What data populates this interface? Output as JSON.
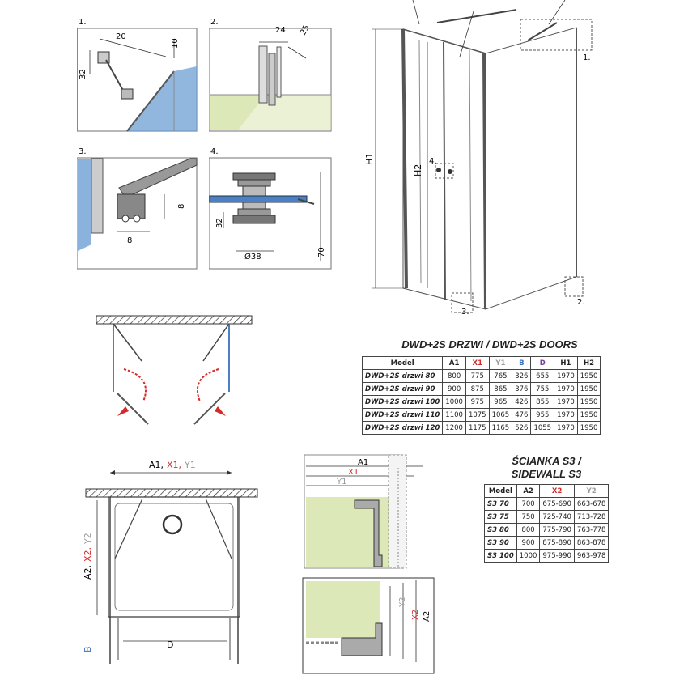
{
  "details": [
    {
      "number": "1.",
      "dims": [
        "20",
        "10",
        "32"
      ]
    },
    {
      "number": "2.",
      "dims": [
        "24",
        "25"
      ]
    },
    {
      "number": "3.",
      "dims": [
        "8",
        "8"
      ]
    },
    {
      "number": "4.",
      "dims": [
        "32",
        "Ø38",
        "70"
      ]
    }
  ],
  "main_view": {
    "h1": "H1",
    "h2": "H2",
    "callouts": [
      "4.",
      "1.",
      "2.",
      "3."
    ]
  },
  "plan_labels": {
    "a1": "A1,",
    "x1": "X1,",
    "y1": "Y1",
    "a2": "A2,",
    "x2": "X2,",
    "y2": "Y2",
    "b": "B",
    "d": "D"
  },
  "profile_labels": {
    "a1": "A1",
    "x1": "X1",
    "y1": "Y1",
    "a2": "A2",
    "x2": "X2",
    "y2": "Y2"
  },
  "doors_table": {
    "title": "DWD+2S DRZWI / DWD+2S DOORS",
    "headers": [
      "Model",
      "A1",
      "X1",
      "Y1",
      "B",
      "D",
      "H1",
      "H2"
    ],
    "rows": [
      [
        "DWD+2S drzwi 80",
        "800",
        "775",
        "765",
        "326",
        "655",
        "1970",
        "1950"
      ],
      [
        "DWD+2S drzwi 90",
        "900",
        "875",
        "865",
        "376",
        "755",
        "1970",
        "1950"
      ],
      [
        "DWD+2S drzwi 100",
        "1000",
        "975",
        "965",
        "426",
        "855",
        "1970",
        "1950"
      ],
      [
        "DWD+2S drzwi 110",
        "1100",
        "1075",
        "1065",
        "476",
        "955",
        "1970",
        "1950"
      ],
      [
        "DWD+2S drzwi 120",
        "1200",
        "1175",
        "1165",
        "526",
        "1055",
        "1970",
        "1950"
      ]
    ]
  },
  "sidewall_table": {
    "title_line1": "ŚCIANKA S3 /",
    "title_line2": "SIDEWALL S3",
    "headers": [
      "Model",
      "A2",
      "X2",
      "Y2"
    ],
    "rows": [
      [
        "S3 70",
        "700",
        "675-690",
        "663-678"
      ],
      [
        "S3 75",
        "750",
        "725-740",
        "713-728"
      ],
      [
        "S3 80",
        "800",
        "775-790",
        "763-778"
      ],
      [
        "S3 90",
        "900",
        "875-890",
        "863-878"
      ],
      [
        "S3 100",
        "1000",
        "975-990",
        "963-978"
      ]
    ]
  },
  "colors": {
    "red_label": "#d42a2a",
    "gray_label": "#9a9a9a",
    "blue_label": "#3a6fb5",
    "purple_label": "#7a3a9e",
    "glass_blue": "#6d9fd4",
    "floor_green": "#dde8b8"
  }
}
